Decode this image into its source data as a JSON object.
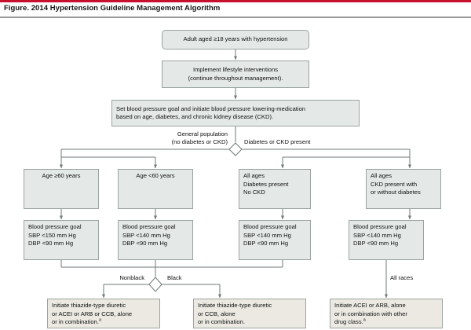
{
  "header": {
    "title": "Figure. 2014 Hypertension Guideline Management Algorithm",
    "accent_color": "#c8102e",
    "rule_color": "#9a9a9a"
  },
  "theme": {
    "node_fill": "#e4e9e7",
    "node_fill_alt": "#ebe9e2",
    "node_border": "#9aa3a0",
    "connector_color": "#6e7a77",
    "text_color": "#111111"
  },
  "nodes": {
    "start": {
      "line1": "Adult aged ≥18 years with hypertension"
    },
    "lifestyle": {
      "line1": "Implement lifestyle interventions",
      "line2": "(continue throughout management)."
    },
    "goal_setting": {
      "line1": "Set blood pressure goal and initiate blood pressure lowering-medication",
      "line2": "based on age, diabetes, and chronic kidney disease (CKD)."
    },
    "age_60_plus": {
      "line1": "Age ≥60 years"
    },
    "age_under_60": {
      "line1": "Age <60 years"
    },
    "diabetes_no_ckd": {
      "line1": "All ages",
      "line2": "Diabetes present",
      "line3": "No CKD"
    },
    "ckd_any": {
      "line1": "All ages",
      "line2": "CKD present with",
      "line3": "or without diabetes"
    },
    "goal_150": {
      "line1": "Blood pressure goal",
      "line2": "SBP <150 mm Hg",
      "line3": "DBP <90 mm Hg"
    },
    "goal_140_a": {
      "line1": "Blood pressure goal",
      "line2": "SBP <140 mm Hg",
      "line3": "DBP <90 mm Hg"
    },
    "goal_140_b": {
      "line1": "Blood pressure goal",
      "line2": "SBP <140 mm Hg",
      "line3": "DBP <90 mm Hg"
    },
    "goal_140_c": {
      "line1": "Blood pressure goal",
      "line2": "SBP <140 mm Hg",
      "line3": "DBP <90 mm Hg"
    },
    "treat_nonblack": {
      "line1": "Initiate thiazide-type diuretic",
      "line2": "or ACEI or ARB or CCB, alone",
      "line3": "or in combination.",
      "footnote": "a"
    },
    "treat_black": {
      "line1": "Initiate thiazide-type diuretic",
      "line2": "or CCB, alone",
      "line3": "or in combination."
    },
    "treat_ckd": {
      "line1": "Initiate ACEI or ARB, alone",
      "line2": "or in combination with other",
      "line3": "drug class.",
      "footnote": "a"
    }
  },
  "edge_labels": {
    "general_population_l1": "General population",
    "general_population_l2": "(no diabetes or CKD)",
    "diabetes_or_ckd": "Diabetes or CKD present",
    "nonblack": "Nonblack",
    "black": "Black",
    "all_races": "All races"
  }
}
